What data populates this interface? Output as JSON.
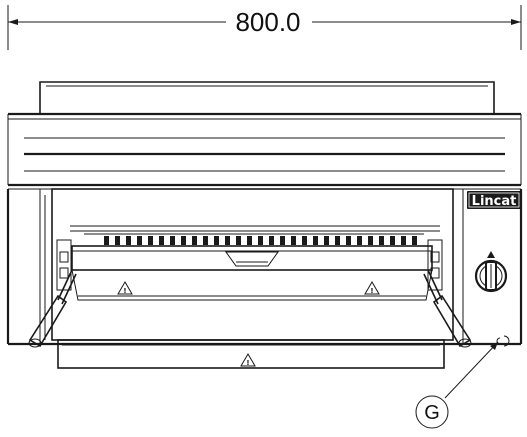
{
  "dimension": {
    "value": "800.0"
  },
  "brand": {
    "label": "Lincat"
  },
  "callout": {
    "label": "G"
  },
  "warning": {
    "mark": "!"
  },
  "colors": {
    "line": "#1a1a1a",
    "background": "#ffffff"
  }
}
